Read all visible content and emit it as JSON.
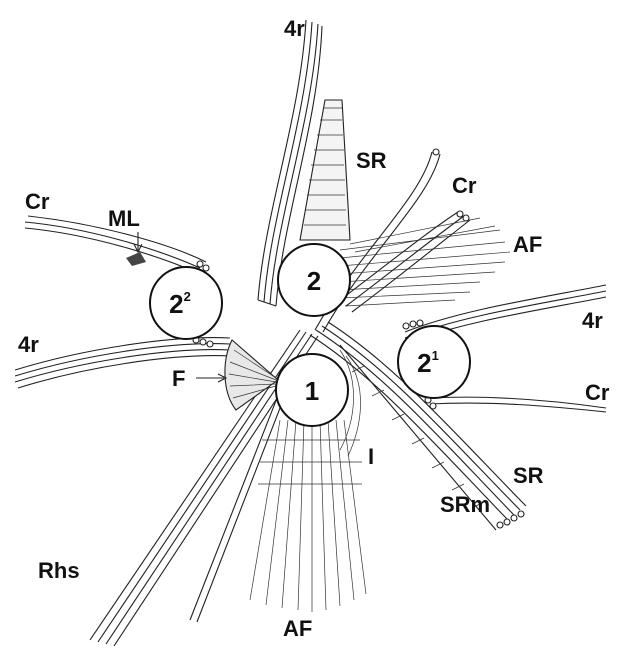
{
  "labels": {
    "r4_top": "4r",
    "sr_top": "SR",
    "cr_upper_right": "Cr",
    "af_right": "AF",
    "cr_left": "Cr",
    "ml": "ML",
    "r4_left": "4r",
    "f": "F",
    "r4_right": "4r",
    "cr_right": "Cr",
    "i": "I",
    "sr_bottom": "SR",
    "srm": "SRm",
    "rhs": "Rhs",
    "af_bottom": "AF"
  },
  "bodies": {
    "b1": {
      "main": "1",
      "sup": ""
    },
    "b2": {
      "main": "2",
      "sup": ""
    },
    "b22": {
      "main": "2",
      "sup": "2"
    },
    "b21": {
      "main": "2",
      "sup": "1"
    }
  }
}
